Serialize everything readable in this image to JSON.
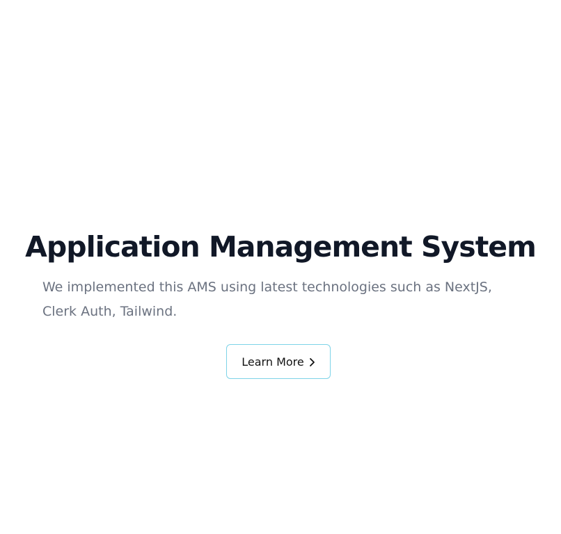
{
  "hero": {
    "title": "Application Management System",
    "description": "We implemented this AMS using latest technologies such as NextJS, Clerk Auth, Tailwind.",
    "cta_label": "Learn More",
    "cta_icon": "chevron-right-icon"
  },
  "colors": {
    "title": "#111827",
    "description": "#6b7280",
    "button_border": "#7dd3e8"
  }
}
